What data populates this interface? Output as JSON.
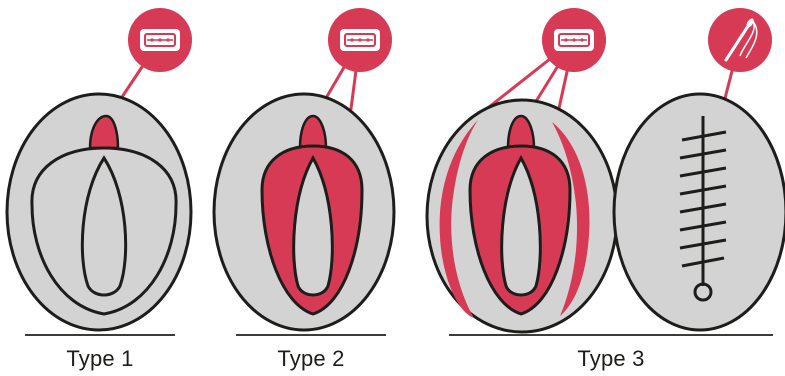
{
  "colors": {
    "accent": "#d63a54",
    "fill": "#d3d3d3",
    "outline": "#1d1d1b",
    "line": "#3c3c3b"
  },
  "icons": {
    "razor": "razor-blade-icon",
    "needle": "needle-and-thread-icon"
  },
  "labels": {
    "type1": "Type 1",
    "type2": "Type 2",
    "type3": "Type 3"
  }
}
